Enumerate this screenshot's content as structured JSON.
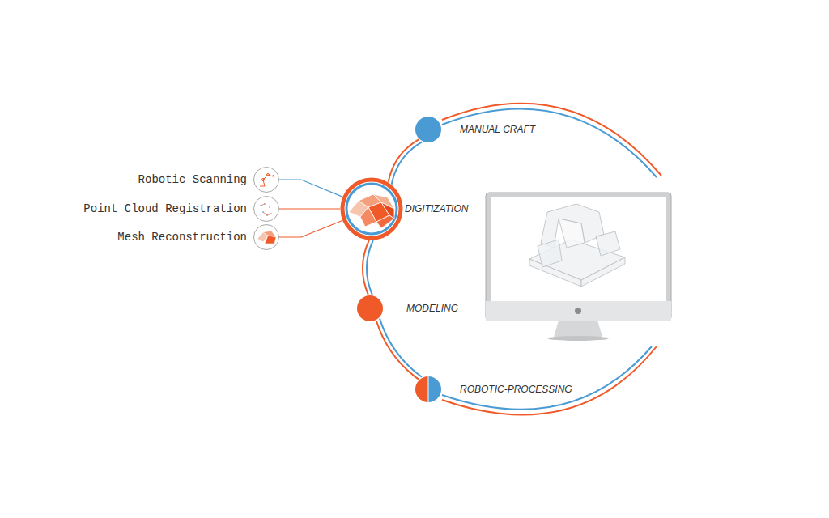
{
  "diagram": {
    "nodes": [
      {
        "text": [
          "Robotic Scanning"
        ]
      },
      {
        "text": [
          "Point Cloud Registration"
        ]
      },
      {
        "text": [
          "Mesh Reconstruction"
        ]
      },
      {
        "text": [
          "MANUAL CRAFT"
        ]
      },
      {
        "text": [
          "DIGITIZATION"
        ]
      },
      {
        "text": [
          "MODELING"
        ]
      },
      {
        "text": [
          "ROBOTIC-PROCESSING"
        ]
      }
    ],
    "edges": [
      {
        "from": 0,
        "to": 4,
        "arrow": "none"
      },
      {
        "from": 1,
        "to": 4,
        "arrow": "none"
      },
      {
        "from": 2,
        "to": 4,
        "arrow": "none"
      },
      {
        "from": 3,
        "to": 4,
        "arrow": "none"
      },
      {
        "from": 4,
        "to": 5,
        "arrow": "none"
      },
      {
        "from": 5,
        "to": 6,
        "arrow": "none"
      }
    ]
  }
}
